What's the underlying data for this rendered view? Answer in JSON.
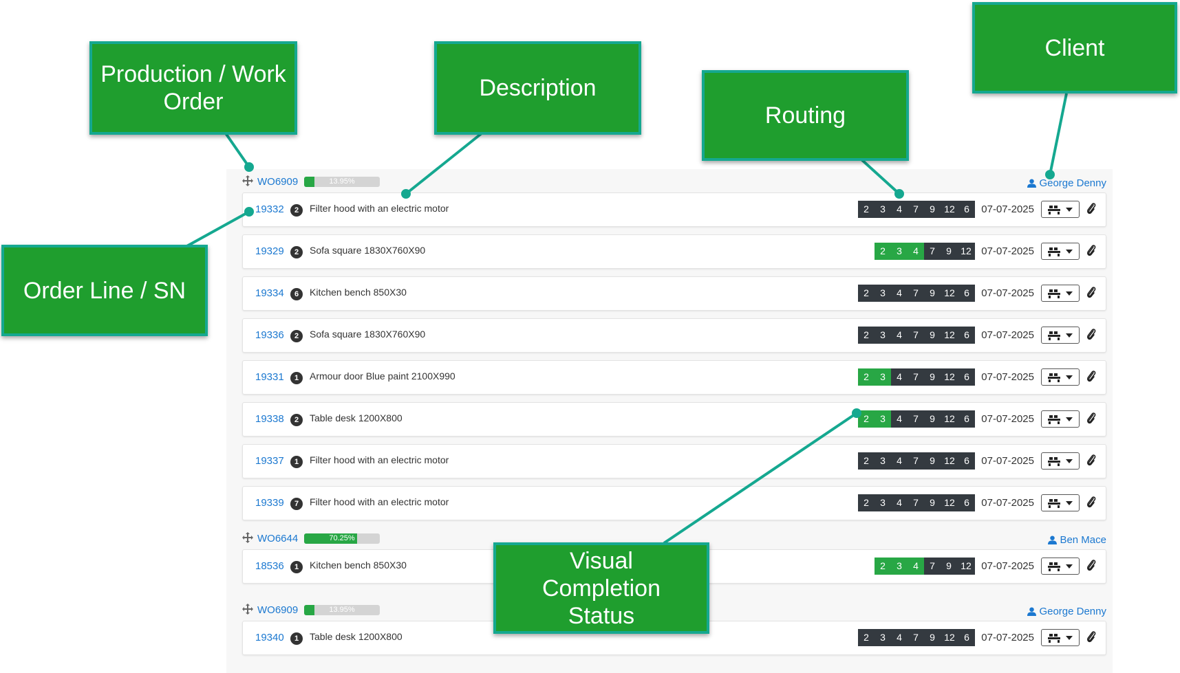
{
  "callouts": {
    "production": "Production / Work Order",
    "description": "Description",
    "routing": "Routing",
    "client": "Client",
    "order_line": "Order Line / SN",
    "visual": "Visual Completion Status"
  },
  "work_orders": [
    {
      "id": "WO6909",
      "progress_label": "13.95%",
      "progress": 13.95,
      "client": "George Denny",
      "lines": [
        {
          "id": "19332",
          "qty": "2",
          "desc": "Filter hood with an electric motor",
          "date": "07-07-2025",
          "steps": [
            "2",
            "3",
            "4",
            "7",
            "9",
            "12",
            "6"
          ],
          "done": 0
        },
        {
          "id": "19329",
          "qty": "2",
          "desc": "Sofa square 1830X760X90",
          "date": "07-07-2025",
          "steps": [
            "2",
            "3",
            "4",
            "7",
            "9",
            "12"
          ],
          "done": 3
        },
        {
          "id": "19334",
          "qty": "6",
          "desc": "Kitchen bench 850X30",
          "date": "07-07-2025",
          "steps": [
            "2",
            "3",
            "4",
            "7",
            "9",
            "12",
            "6"
          ],
          "done": 0
        },
        {
          "id": "19336",
          "qty": "2",
          "desc": "Sofa square 1830X760X90",
          "date": "07-07-2025",
          "steps": [
            "2",
            "3",
            "4",
            "7",
            "9",
            "12",
            "6"
          ],
          "done": 0
        },
        {
          "id": "19331",
          "qty": "1",
          "desc": "Armour door Blue paint 2100X990",
          "date": "07-07-2025",
          "steps": [
            "2",
            "3",
            "4",
            "7",
            "9",
            "12",
            "6"
          ],
          "done": 2
        },
        {
          "id": "19338",
          "qty": "2",
          "desc": "Table desk 1200X800",
          "date": "07-07-2025",
          "steps": [
            "2",
            "3",
            "4",
            "7",
            "9",
            "12",
            "6"
          ],
          "done": 2
        },
        {
          "id": "19337",
          "qty": "1",
          "desc": "Filter hood with an electric motor",
          "date": "07-07-2025",
          "steps": [
            "2",
            "3",
            "4",
            "7",
            "9",
            "12",
            "6"
          ],
          "done": 0
        },
        {
          "id": "19339",
          "qty": "7",
          "desc": "Filter hood with an electric motor",
          "date": "07-07-2025",
          "steps": [
            "2",
            "3",
            "4",
            "7",
            "9",
            "12",
            "6"
          ],
          "done": 0
        }
      ]
    },
    {
      "id": "WO6644",
      "progress_label": "70.25%",
      "progress": 70.25,
      "client": "Ben Mace",
      "lines": [
        {
          "id": "18536",
          "qty": "1",
          "desc": "Kitchen bench 850X30",
          "date": "07-07-2025",
          "steps": [
            "2",
            "3",
            "4",
            "7",
            "9",
            "12"
          ],
          "done": 3
        }
      ]
    },
    {
      "id": "WO6909",
      "progress_label": "13.95%",
      "progress": 13.95,
      "client": "George Denny",
      "lines": [
        {
          "id": "19340",
          "qty": "1",
          "desc": "Table desk 1200X800",
          "date": "07-07-2025",
          "steps": [
            "2",
            "3",
            "4",
            "7",
            "9",
            "12",
            "6"
          ],
          "done": 0
        }
      ]
    }
  ],
  "icons": {
    "move": "move-icon",
    "user": "user-icon",
    "machine": "machine-icon",
    "caret": "caret-down-icon",
    "attach": "paperclip-icon"
  },
  "colors": {
    "done": "#28a745",
    "pending": "#343a40",
    "link": "#1b78d0",
    "callout": "#1f9e2e",
    "callout_border": "#15a890"
  }
}
